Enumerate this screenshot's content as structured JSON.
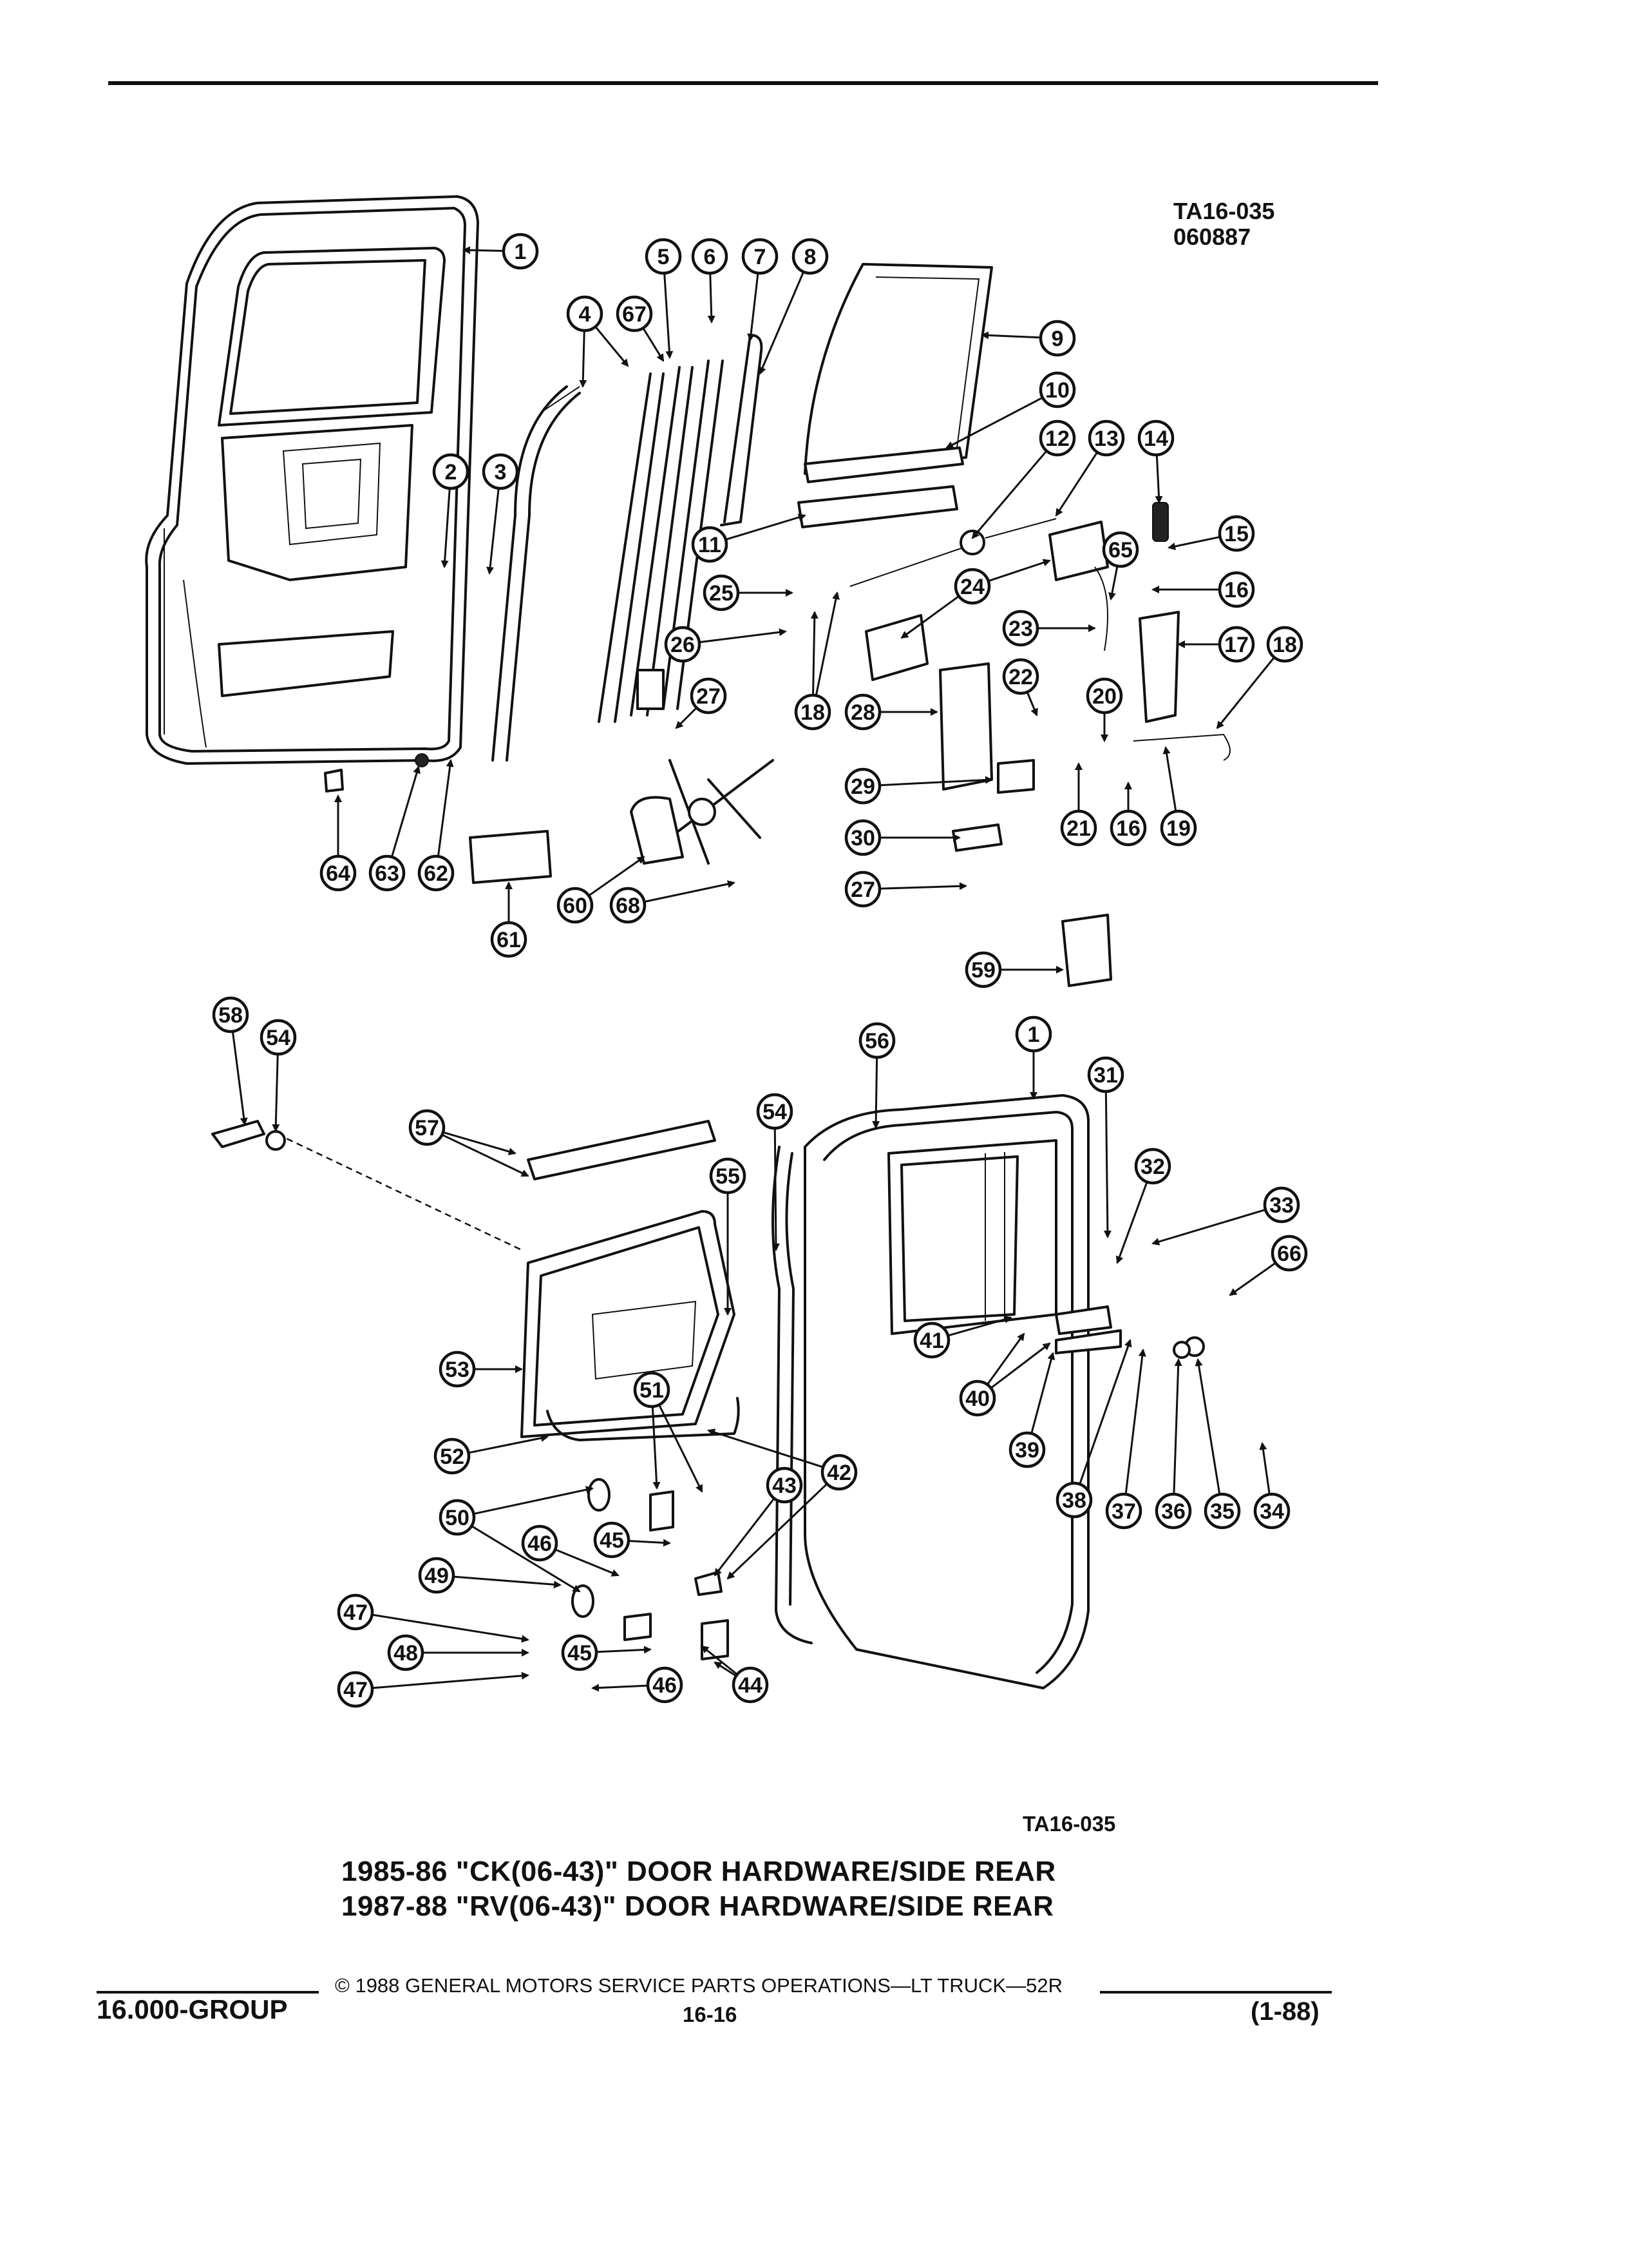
{
  "header": {
    "figure_code": "TA16-035",
    "date_code": "060887"
  },
  "figure": {
    "code_below": "TA16-035",
    "title_line1": "1985-86 \"CK(06-43)\" DOOR HARDWARE/SIDE REAR",
    "title_line2": "1987-88 \"RV(06-43)\" DOOR HARDWARE/SIDE REAR"
  },
  "footer": {
    "group": "16.000-GROUP",
    "copyright": "© 1988 GENERAL MOTORS SERVICE PARTS OPERATIONS—LT TRUCK—52R",
    "page": "16-16",
    "edition": "(1-88)"
  },
  "callouts": [
    "1",
    "4",
    "67",
    "5",
    "6",
    "7",
    "8",
    "9",
    "10",
    "12",
    "13",
    "14",
    "2",
    "3",
    "65",
    "15",
    "16",
    "11",
    "25",
    "24",
    "23",
    "17",
    "18",
    "26",
    "18",
    "22",
    "20",
    "27",
    "28",
    "29",
    "21",
    "16",
    "19",
    "30",
    "27",
    "64",
    "63",
    "62",
    "61",
    "60",
    "68",
    "59",
    "58",
    "54",
    "56",
    "1",
    "31",
    "57",
    "54",
    "32",
    "55",
    "33",
    "66",
    "41",
    "53",
    "51",
    "40",
    "39",
    "42",
    "52",
    "43",
    "38",
    "37",
    "36",
    "35",
    "34",
    "50",
    "46",
    "45",
    "49",
    "47",
    "48",
    "45",
    "46",
    "47",
    "44"
  ]
}
